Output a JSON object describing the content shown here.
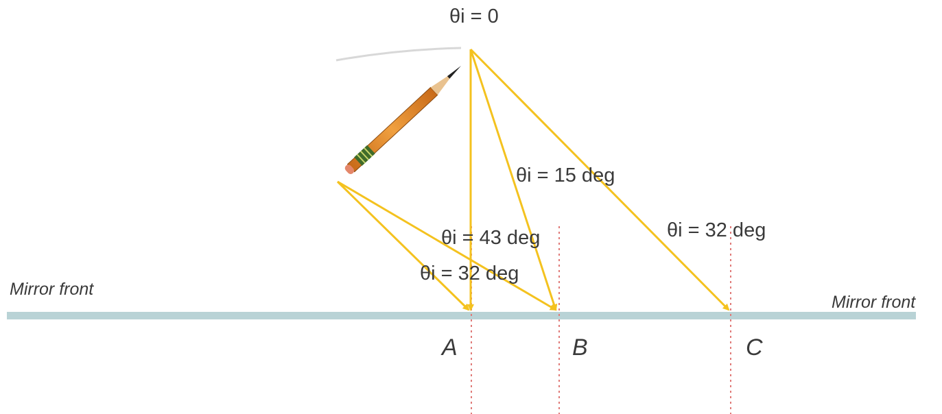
{
  "labels": {
    "angle_top": "θi = 0",
    "angle_15": "θi = 15 deg",
    "angle_43": "θi =  43 deg",
    "angle_32_left": "θi = 32 deg",
    "angle_32_right": "θi = 32 deg",
    "mirror_left": "Mirror front",
    "mirror_right": "Mirror front",
    "point_a": "A",
    "point_b": "B",
    "point_c": "C"
  },
  "colors": {
    "ray": "#f4c21f",
    "mirror": "#b9d3d6",
    "normal": "#e07a78",
    "pencil_body": "#e08a2a",
    "pencil_band": "#3f6b2a",
    "text": "#3a3a3a"
  }
}
